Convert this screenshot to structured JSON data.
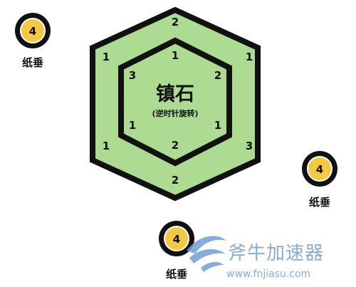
{
  "colors": {
    "hex_fill": "#addb91",
    "hex_stroke": "#111111",
    "coin_fill": "#f5c842",
    "coin_ring": "#111111",
    "watermark": "#6f9fd6"
  },
  "center": {
    "title": "镇石",
    "subtitle": "(逆时针旋转)"
  },
  "outer_ring_numbers": {
    "top": "2",
    "upper_left": "1",
    "upper_right": "1",
    "lower_left": "1",
    "lower_right": "3",
    "bottom": "2"
  },
  "inner_ring_numbers": {
    "top": "1",
    "upper_left": "3",
    "upper_right": "2",
    "lower_left": "1",
    "lower_right": "1",
    "bottom": "2"
  },
  "plumbs": [
    {
      "value": "4",
      "label": "纸垂"
    },
    {
      "value": "4",
      "label": "纸垂"
    },
    {
      "value": "4",
      "label": "纸垂"
    }
  ],
  "watermark": {
    "brand": "斧牛加速器",
    "url": "www.fnjiasu.com"
  }
}
